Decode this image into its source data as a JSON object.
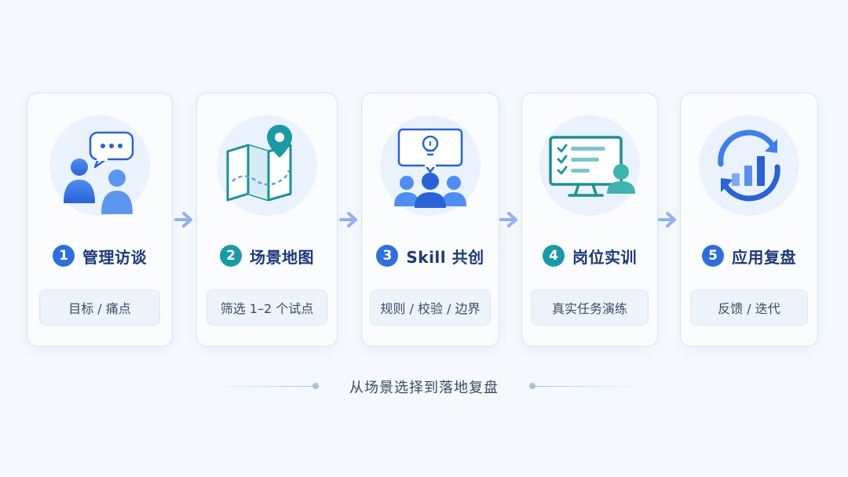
{
  "steps": [
    {
      "number": "1",
      "title": "管理访谈",
      "tag": "目标 / 痛点",
      "icon": "interview-icon",
      "color": "#2f6fdc"
    },
    {
      "number": "2",
      "title": "场景地图",
      "tag": "筛选 1–2 个试点",
      "icon": "map-pin-icon",
      "color": "#1a9aa6"
    },
    {
      "number": "3",
      "title": "Skill 共创",
      "tag": "规则 / 校验 / 边界",
      "icon": "cocreation-icon",
      "color": "#2f6fdc"
    },
    {
      "number": "4",
      "title": "岗位实训",
      "tag": "真实任务演练",
      "icon": "checklist-monitor-icon",
      "color": "#1a9aa6"
    },
    {
      "number": "5",
      "title": "应用复盘",
      "tag": "反馈 / 迭代",
      "icon": "review-cycle-icon",
      "color": "#2f6fdc"
    }
  ],
  "footer": {
    "caption": "从场景选择到落地复盘"
  },
  "colors": {
    "blue": "#2f6fdc",
    "teal": "#1a9aa6",
    "arrow": "#8fb3ec"
  }
}
